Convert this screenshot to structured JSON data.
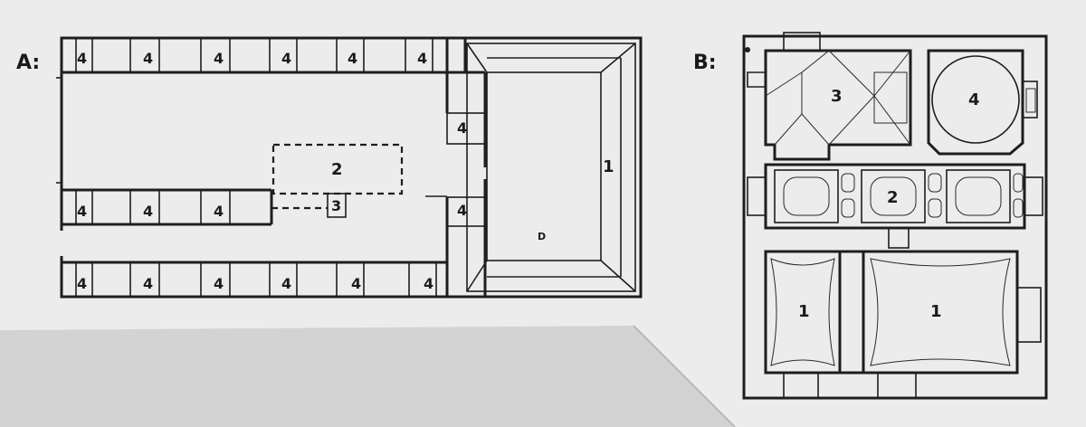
{
  "plan_a": {
    "label": "A:",
    "cell_number": "4",
    "hall_number": "1",
    "court_number": "2",
    "fountain_number": "3",
    "small_mark": "D"
  },
  "plan_b": {
    "label": "B:",
    "room_1a": "1",
    "room_1b": "1",
    "room_2": "2",
    "room_3": "3",
    "room_4": "4"
  },
  "colors": {
    "paper": "#ececec",
    "torn_lower": "#d6d6d6",
    "ink": "#1e1e1e"
  }
}
